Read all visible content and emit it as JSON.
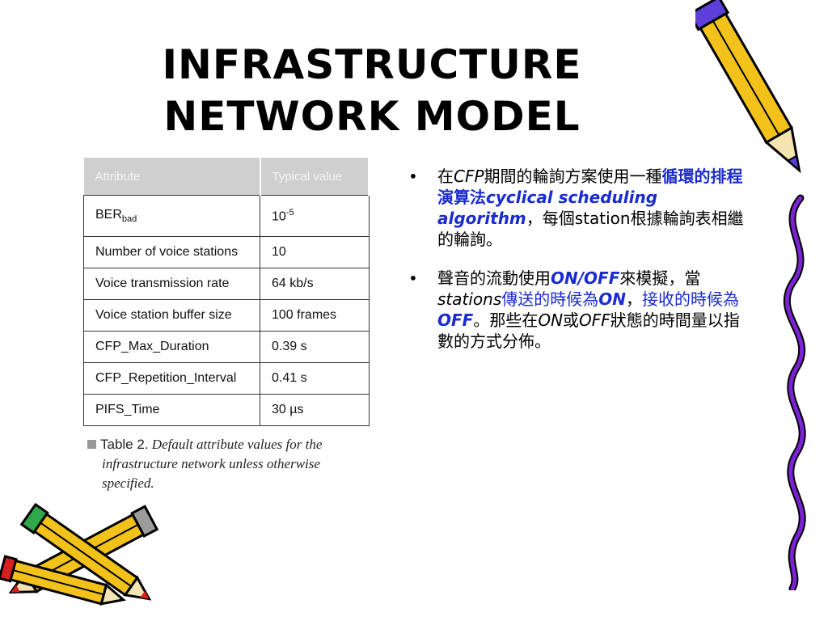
{
  "title": {
    "line1": "INFRASTRUCTURE",
    "line2": "NETWORK MODEL"
  },
  "table": {
    "headers": [
      "Attribute",
      "Typical value"
    ],
    "rows": [
      {
        "attr": "BER",
        "attr_sub": "bad",
        "value": "10",
        "value_sup": "-5"
      },
      {
        "attr": "Number of voice stations",
        "value": "10"
      },
      {
        "attr": "Voice transmission rate",
        "value": "64 kb/s"
      },
      {
        "attr": "Voice station buffer size",
        "value": "100 frames"
      },
      {
        "attr": "CFP_Max_Duration",
        "value": "0.39 s"
      },
      {
        "attr": "CFP_Repetition_Interval",
        "value": "0.41 s"
      },
      {
        "attr": "PIFS_Time",
        "value": "30 µs"
      }
    ]
  },
  "caption": {
    "label": "Table 2.",
    "line1": "Default attribute values for the",
    "line2": "infrastructure network unless otherwise",
    "line3": "specified."
  },
  "bullets": {
    "b1": {
      "t1": "在",
      "t2": "CFP",
      "t3": "期間的輪詢方案使用一種",
      "t4": "循環的排程演算法",
      "t5": "cyclical scheduling algorithm",
      "t6": "，每個",
      "t7": "station",
      "t8": "根據輪詢表相繼的輪詢。"
    },
    "b2": {
      "t1": "聲音的流動使用",
      "t2": "ON/OFF",
      "t3": "來模擬，當",
      "t4": "stations",
      "t5": "傳送的時候為",
      "t6": "ON",
      "t7": "，",
      "t8": "接收的時候為",
      "t9": "OFF",
      "t10": "。那些在",
      "t11": "ON",
      "t12": "或",
      "t13": "OFF",
      "t14": "狀態的時間量以指數的方式分佈。"
    }
  },
  "colors": {
    "highlight_blue": "#1a2bd1",
    "pencil_yellow": "#f2c21b",
    "pencil_red": "#d62020",
    "pencil_purple": "#5b3fd8",
    "squiggle_purple": "#7a22d4"
  }
}
